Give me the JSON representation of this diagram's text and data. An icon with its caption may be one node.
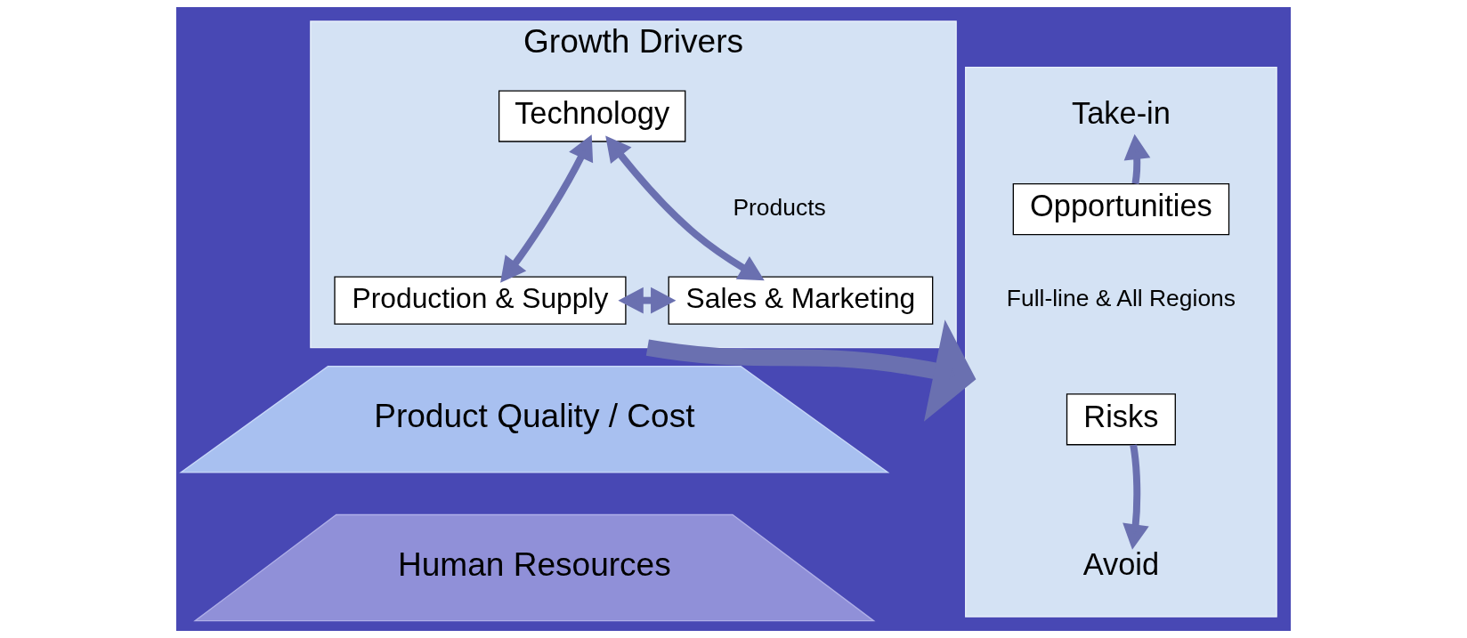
{
  "diagram": {
    "nodes": [
      {
        "text": [
          "Growth Drivers"
        ]
      },
      {
        "text": [
          "Technology"
        ],
        "in": 0
      },
      {
        "text": [
          "Production & Supply"
        ],
        "in": 0
      },
      {
        "text": [
          "Sales & Marketing"
        ],
        "in": 0
      },
      {
        "text": [
          "Product Quality / Cost"
        ]
      },
      {
        "text": [
          "Human Resources"
        ]
      },
      {
        "text": [],
        "shape": "box"
      },
      {
        "text": [
          "Take-in"
        ],
        "in": 6
      },
      {
        "text": [
          "Opportunities"
        ],
        "in": 6
      },
      {
        "text": [
          "Risks"
        ],
        "in": 6
      },
      {
        "text": [
          "Avoid"
        ],
        "in": 6
      }
    ],
    "edges": [
      {
        "from": 1,
        "to": 2,
        "arrow": "both"
      },
      {
        "from": 1,
        "to": 3,
        "arrow": "both"
      },
      {
        "from": 2,
        "to": 3,
        "arrow": "both"
      },
      {
        "from": 0,
        "to": 6,
        "arrow": "to",
        "style": "thick"
      },
      {
        "from": 8,
        "to": 7,
        "arrow": "to"
      },
      {
        "from": 9,
        "to": 10,
        "arrow": "to"
      }
    ],
    "labels": [
      "Products",
      "Full-line & All Regions"
    ]
  }
}
